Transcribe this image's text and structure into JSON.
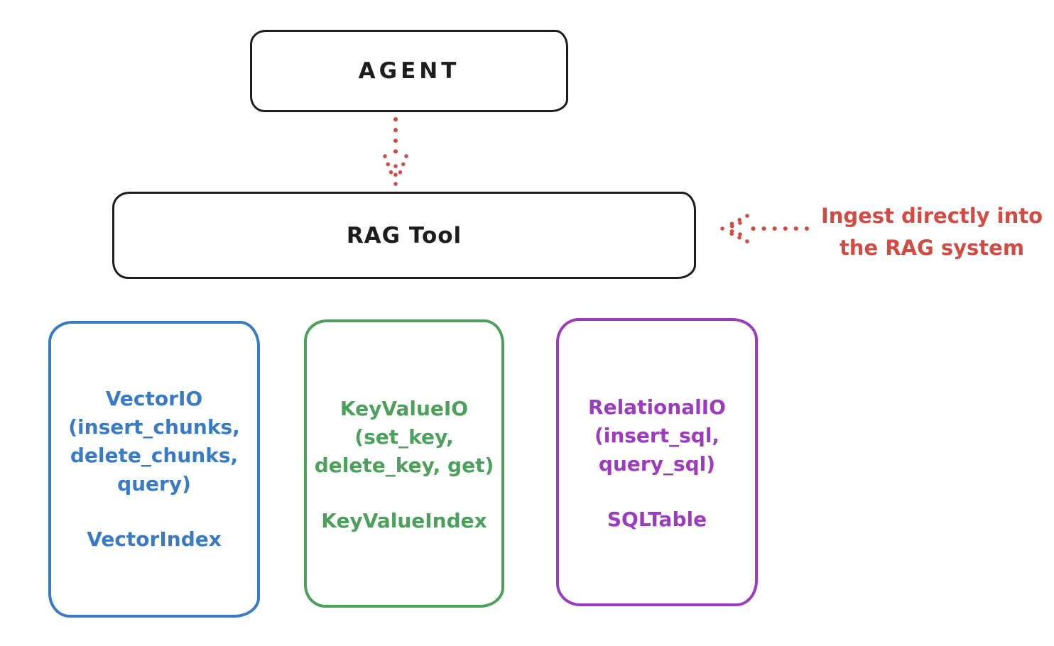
{
  "agent_box": {
    "label": "AGENT"
  },
  "rag_tool_box": {
    "label": "RAG Tool"
  },
  "annotation": {
    "line1": "Ingest directly into",
    "line2": "the RAG system"
  },
  "io_boxes": [
    {
      "id": "vector",
      "lines": [
        "VectorIO",
        "(insert_chunks,",
        "delete_chunks,",
        "query)"
      ],
      "index_label": "VectorIndex"
    },
    {
      "id": "keyvalue",
      "lines": [
        "KeyValueIO",
        "(set_key,",
        "delete_key, get)"
      ],
      "index_label": "KeyValueIndex"
    },
    {
      "id": "relational",
      "lines": [
        "RelationalIO",
        "(insert_sql,",
        "query_sql)"
      ],
      "index_label": "SQLTable"
    }
  ],
  "colors": {
    "stroke": "#1d1d1d",
    "red": "#d24b43",
    "blue": "#3a7ac5",
    "green": "#4d9f5c",
    "purple": "#9c3bbd"
  }
}
